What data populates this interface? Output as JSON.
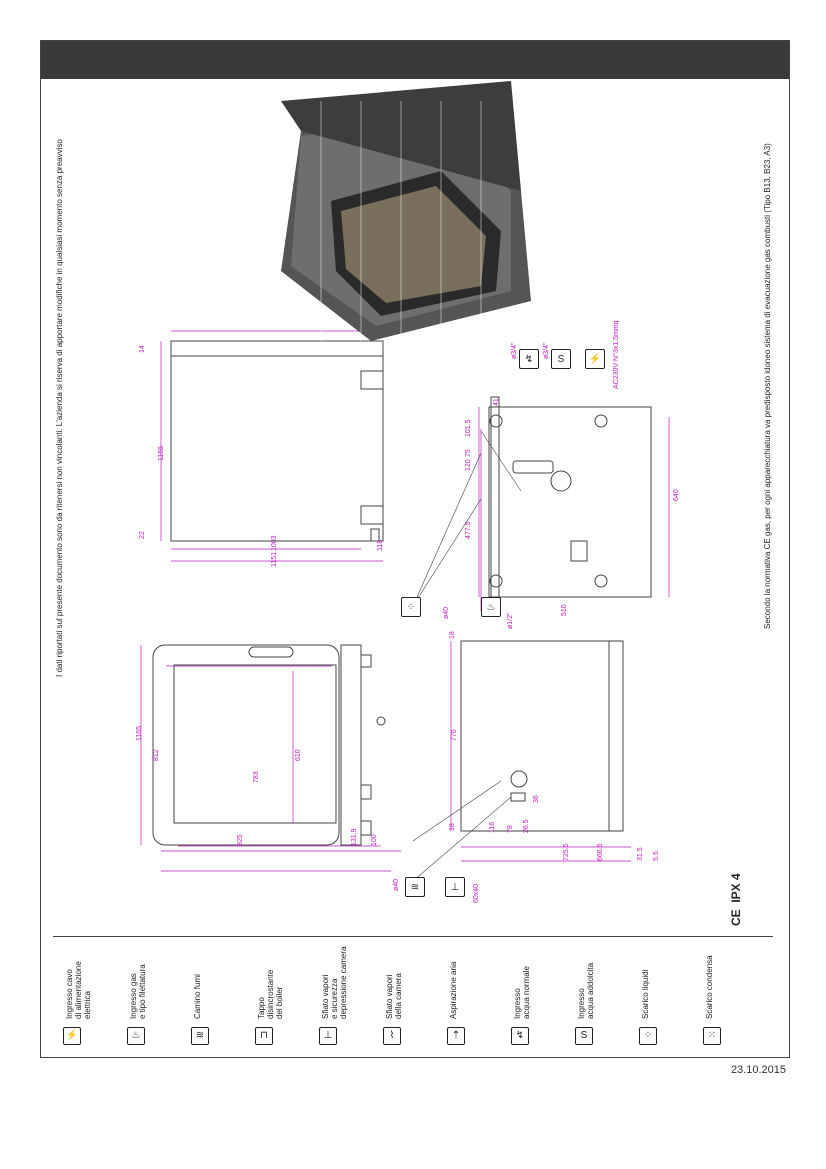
{
  "disclaimer": "I dati riportati sul presente documento sono da ritenersi non vincolanti. L'azienda si riserva di apportare modifiche in qualsiasi momento senza preavviso",
  "footnote": "Secondo la normativa CE gas, per ogni apparecchiatura va predisposto idoneo sistema di evacuazione gas combusti (Tipo B13, B23, A3)",
  "date": "23.10.2015",
  "certification": {
    "ce": "CE",
    "ipx": "IPX 4"
  },
  "legend": [
    {
      "label": "Ingresso cavo\ndi alimentazione\nelettrica",
      "icon": "lightning-icon",
      "glyph": "⚡"
    },
    {
      "label": "Ingresso gas\ne tipo filettatura",
      "icon": "gas-flame-icon",
      "glyph": "♨"
    },
    {
      "label": "Camino fumi",
      "icon": "chimney-icon",
      "glyph": "≋"
    },
    {
      "label": "Tappo\ndisincrostante\ndel boiler",
      "icon": "descaling-plug-icon",
      "glyph": "⊓"
    },
    {
      "label": "Sfiato vapori\ne sicurezza\ndepressione camera",
      "icon": "steam-vent-safety-icon",
      "glyph": "⊥"
    },
    {
      "label": "Sfiato vapori\ndella camera",
      "icon": "steam-vent-icon",
      "glyph": "⌇"
    },
    {
      "label": "Aspirazione aria",
      "icon": "air-intake-icon",
      "glyph": "⇡"
    },
    {
      "label": "Ingresso\nacqua normale",
      "icon": "water-inlet-icon",
      "glyph": "↯"
    },
    {
      "label": "Ingresso\nacqua addolcita",
      "icon": "softened-water-icon",
      "glyph": "S"
    },
    {
      "label": "Scarico liquidi",
      "icon": "liquid-drain-icon",
      "glyph": "⁘"
    },
    {
      "label": "Scarico condensa",
      "icon": "condensate-drain-icon",
      "glyph": "⁙"
    }
  ],
  "dims": {
    "front_width": "1165",
    "front_height": "812",
    "glass_w": "783",
    "glass_h": "610",
    "d925": "925",
    "d131_9": "131.9",
    "d100": "100",
    "d18a": "18",
    "d18b": "18",
    "d776": "776",
    "d116": "116",
    "d78": "78",
    "d26_5": "26.5",
    "d36": "36",
    "d666_5": "666.5",
    "d725_5": "725.5",
    "d31_5": "31.5",
    "d5_5": "5.5",
    "side_1165": "1165",
    "side_14": "14",
    "side_22": "22",
    "side_1003": "1003",
    "side_1151": "1151",
    "side_118": "118",
    "top_510": "510",
    "top_640": "640",
    "top_477_5": "477.5",
    "top_120": "120",
    "top_75": "75",
    "top_101_5": "101.5",
    "top_41": "41",
    "phi40a": "ø40",
    "phi12": "ø1/2\"",
    "phi40b": "ø40",
    "d60x40": "60x40",
    "phi34a": "ø3/4\"",
    "phi34b": "ø3/4\"",
    "ac": "AC230V N°3x1.5mmq"
  },
  "colors": {
    "dimension": "#c21bc2",
    "frame": "#3a3a3a"
  }
}
